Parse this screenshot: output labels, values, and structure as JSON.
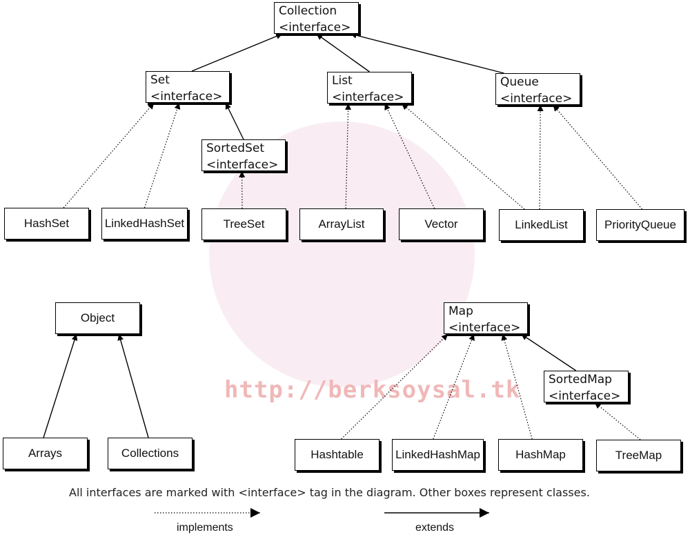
{
  "watermark": {
    "text": "http://berksoysal.tk"
  },
  "boxes": {
    "collection": {
      "name": "Collection",
      "tag": "<interface>"
    },
    "set": {
      "name": "Set",
      "tag": "<interface>"
    },
    "list": {
      "name": "List",
      "tag": "<interface>"
    },
    "queue": {
      "name": "Queue",
      "tag": "<interface>"
    },
    "sortedset": {
      "name": "SortedSet",
      "tag": "<interface>"
    },
    "hashset": {
      "name": "HashSet"
    },
    "linkedhashset": {
      "name": "LinkedHashSet"
    },
    "treeset": {
      "name": "TreeSet"
    },
    "arraylist": {
      "name": "ArrayList"
    },
    "vector": {
      "name": "Vector"
    },
    "linkedlist": {
      "name": "LinkedList"
    },
    "priorityqueue": {
      "name": "PriorityQueue"
    },
    "object": {
      "name": "Object"
    },
    "arrays": {
      "name": "Arrays"
    },
    "collections": {
      "name": "Collections"
    },
    "map": {
      "name": "Map",
      "tag": "<interface>"
    },
    "sortedmap": {
      "name": "SortedMap",
      "tag": "<interface>"
    },
    "hashtable": {
      "name": "Hashtable"
    },
    "linkedhashmap": {
      "name": "LinkedHashMap"
    },
    "hashmap": {
      "name": "HashMap"
    },
    "treemap": {
      "name": "TreeMap"
    }
  },
  "edges": [
    {
      "from": "set",
      "to": "collection",
      "kind": "extends"
    },
    {
      "from": "list",
      "to": "collection",
      "kind": "extends"
    },
    {
      "from": "queue",
      "to": "collection",
      "kind": "extends"
    },
    {
      "from": "sortedset",
      "to": "set",
      "kind": "extends"
    },
    {
      "from": "hashset",
      "to": "set",
      "kind": "implements"
    },
    {
      "from": "linkedhashset",
      "to": "set",
      "kind": "implements"
    },
    {
      "from": "treeset",
      "to": "sortedset",
      "kind": "implements"
    },
    {
      "from": "arraylist",
      "to": "list",
      "kind": "implements"
    },
    {
      "from": "vector",
      "to": "list",
      "kind": "implements"
    },
    {
      "from": "linkedlist",
      "to": "list",
      "kind": "implements"
    },
    {
      "from": "linkedlist",
      "to": "queue",
      "kind": "implements"
    },
    {
      "from": "priorityqueue",
      "to": "queue",
      "kind": "implements"
    },
    {
      "from": "arrays",
      "to": "object",
      "kind": "extends"
    },
    {
      "from": "collections",
      "to": "object",
      "kind": "extends"
    },
    {
      "from": "sortedmap",
      "to": "map",
      "kind": "extends"
    },
    {
      "from": "hashtable",
      "to": "map",
      "kind": "implements"
    },
    {
      "from": "linkedhashmap",
      "to": "map",
      "kind": "implements"
    },
    {
      "from": "hashmap",
      "to": "map",
      "kind": "implements"
    },
    {
      "from": "treemap",
      "to": "sortedmap",
      "kind": "implements"
    }
  ],
  "note": "All interfaces are marked with <interface> tag in the diagram. Other boxes represent classes.",
  "legend": {
    "implements": "implements",
    "extends": "extends"
  }
}
